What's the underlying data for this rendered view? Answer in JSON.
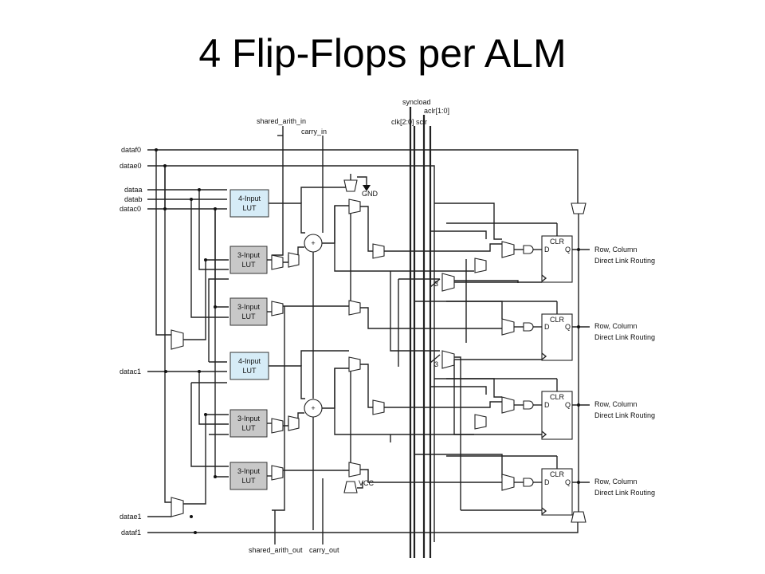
{
  "slide": {
    "title": "4 Flip-Flops per ALM"
  },
  "inputs": {
    "dataf0": "dataf0",
    "datae0": "datae0",
    "dataa": "dataa",
    "datab": "datab",
    "datac0": "datac0",
    "datac1": "datac1",
    "datae1": "datae1",
    "dataf1": "dataf1"
  },
  "top_signals": {
    "shared_arith_in": "shared_arith_in",
    "carry_in": "carry_in",
    "syncload": "syncload",
    "aclr": "aclr[1:0]",
    "clk": "clk[2:0]",
    "sclr": "sclr"
  },
  "bottom_signals": {
    "shared_arith_out": "shared_arith_out",
    "carry_out": "carry_out"
  },
  "luts": [
    {
      "line1": "4-Input",
      "line2": "LUT"
    },
    {
      "line1": "3-Input",
      "line2": "LUT"
    },
    {
      "line1": "3-Input",
      "line2": "LUT"
    },
    {
      "line1": "4-Input",
      "line2": "LUT"
    },
    {
      "line1": "3-Input",
      "line2": "LUT"
    },
    {
      "line1": "3-Input",
      "line2": "LUT"
    }
  ],
  "constants": {
    "gnd": "GND",
    "vcc": "VCC"
  },
  "adder_symbol": "+",
  "mux_bus_width": "3",
  "flip_flops": [
    {
      "clr": "CLR",
      "d": "D",
      "q": "Q"
    },
    {
      "clr": "CLR",
      "d": "D",
      "q": "Q"
    },
    {
      "clr": "CLR",
      "d": "D",
      "q": "Q"
    },
    {
      "clr": "CLR",
      "d": "D",
      "q": "Q"
    }
  ],
  "outputs": [
    {
      "line1": "Row, Column",
      "line2": "Direct Link Routing"
    },
    {
      "line1": "Row, Column",
      "line2": "Direct Link Routing"
    },
    {
      "line1": "Row, Column",
      "line2": "Direct Link Routing"
    },
    {
      "line1": "Row, Column",
      "line2": "Direct Link Routing"
    }
  ]
}
